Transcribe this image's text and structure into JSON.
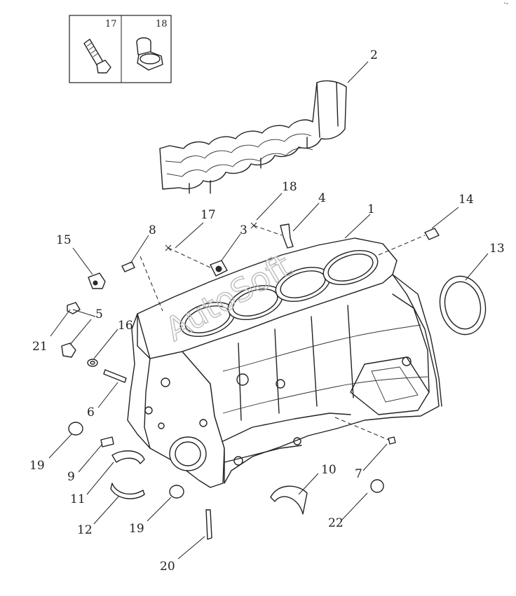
{
  "diagram": {
    "watermark": "AutoSoft",
    "corner_mark": "·-",
    "inset": {
      "labels": [
        "17",
        "18"
      ]
    },
    "callouts": [
      {
        "id": "c1",
        "label": "1"
      },
      {
        "id": "c2",
        "label": "2"
      },
      {
        "id": "c3",
        "label": "3"
      },
      {
        "id": "c4",
        "label": "4"
      },
      {
        "id": "c5",
        "label": "5"
      },
      {
        "id": "c6",
        "label": "6"
      },
      {
        "id": "c7",
        "label": "7"
      },
      {
        "id": "c8",
        "label": "8"
      },
      {
        "id": "c9",
        "label": "9"
      },
      {
        "id": "c10",
        "label": "10"
      },
      {
        "id": "c11",
        "label": "11"
      },
      {
        "id": "c12",
        "label": "12"
      },
      {
        "id": "c13",
        "label": "13"
      },
      {
        "id": "c14",
        "label": "14"
      },
      {
        "id": "c15",
        "label": "15"
      },
      {
        "id": "c16",
        "label": "16"
      },
      {
        "id": "c17",
        "label": "17"
      },
      {
        "id": "c18",
        "label": "18"
      },
      {
        "id": "c19a",
        "label": "19"
      },
      {
        "id": "c19b",
        "label": "19"
      },
      {
        "id": "c20",
        "label": "20"
      },
      {
        "id": "c21",
        "label": "21"
      },
      {
        "id": "c22",
        "label": "22"
      }
    ]
  }
}
